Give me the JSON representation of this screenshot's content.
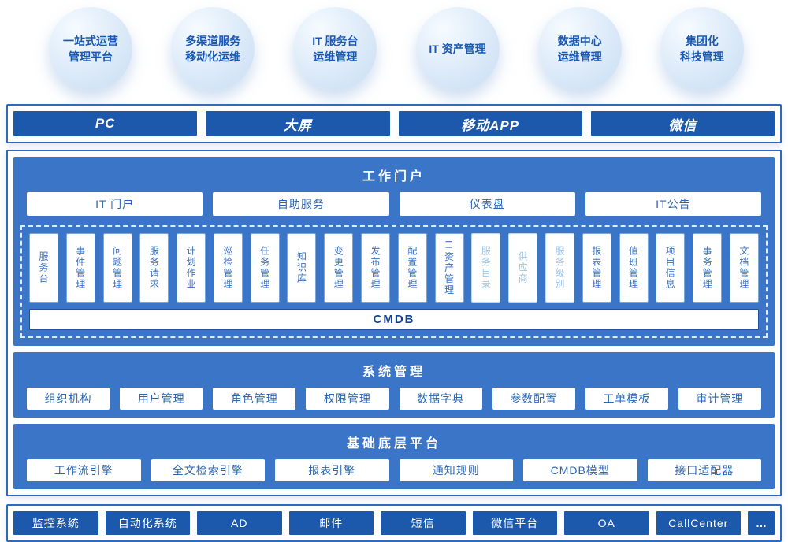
{
  "bubbles": [
    {
      "line1": "一站式运营",
      "line2": "管理平台"
    },
    {
      "line1": "多渠道服务",
      "line2": "移动化运维"
    },
    {
      "line1": "IT 服务台",
      "line2": "运维管理"
    },
    {
      "line1": "IT 资产管理",
      "line2": ""
    },
    {
      "line1": "数据中心",
      "line2": "运维管理"
    },
    {
      "line1": "集团化",
      "line2": "科技管理"
    }
  ],
  "channels": [
    "PC",
    "大屏",
    "移动APP",
    "微信"
  ],
  "portal": {
    "title": "工作门户",
    "buttons": [
      "IT 门户",
      "自助服务",
      "仪表盘",
      "IT公告"
    ],
    "modules": [
      {
        "label": "服务台"
      },
      {
        "label": "事件管理"
      },
      {
        "label": "问题管理"
      },
      {
        "label": "服务请求"
      },
      {
        "label": "计划作业"
      },
      {
        "label": "巡检管理"
      },
      {
        "label": "任务管理"
      },
      {
        "label": "知识库"
      },
      {
        "label": "变更管理"
      },
      {
        "label": "发布管理"
      },
      {
        "label": "配置管理"
      },
      {
        "label": "IT资产管理"
      },
      {
        "label": "服务目录",
        "faded": true
      },
      {
        "label": "供应商",
        "faded": true
      },
      {
        "label": "服务级别",
        "faded": true
      },
      {
        "label": "报表管理"
      },
      {
        "label": "值班管理"
      },
      {
        "label": "项目信息"
      },
      {
        "label": "事务管理"
      },
      {
        "label": "文档管理"
      }
    ],
    "cmdb": "CMDB"
  },
  "system": {
    "title": "系统管理",
    "buttons": [
      "组织机构",
      "用户管理",
      "角色管理",
      "权限管理",
      "数据字典",
      "参数配置",
      "工单模板",
      "审计管理"
    ]
  },
  "platform": {
    "title": "基础底层平台",
    "buttons": [
      "工作流引擎",
      "全文检索引擎",
      "报表引擎",
      "通知规则",
      "CMDB模型",
      "接口适配器"
    ]
  },
  "integrations": [
    "监控系统",
    "自动化系统",
    "AD",
    "邮件",
    "短信",
    "微信平台",
    "OA",
    "CallCenter",
    "…"
  ],
  "colors": {
    "panel_blue": "#3b75c8",
    "bar_blue": "#1c58ac",
    "border_blue": "#2d6abf",
    "button_text_blue": "#2a66b4",
    "bubble_text_blue": "#1a58b2"
  }
}
